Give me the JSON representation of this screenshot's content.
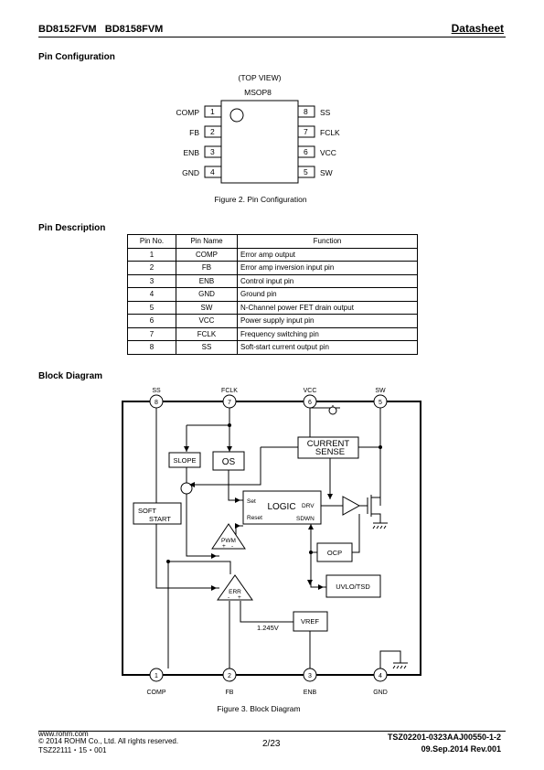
{
  "header": {
    "left": "BD8152FVM   BD8158FVM",
    "right": "Datasheet"
  },
  "pin_config": {
    "section_title": "Pin Configuration",
    "top_view": "(TOP VIEW)",
    "package": "MSOP8",
    "left_pins": [
      {
        "num": "1",
        "name": "COMP"
      },
      {
        "num": "2",
        "name": "FB"
      },
      {
        "num": "3",
        "name": "ENB"
      },
      {
        "num": "4",
        "name": "GND"
      }
    ],
    "right_pins": [
      {
        "num": "8",
        "name": "SS"
      },
      {
        "num": "7",
        "name": "FCLK"
      },
      {
        "num": "6",
        "name": "VCC"
      },
      {
        "num": "5",
        "name": "SW"
      }
    ],
    "caption": "Figure 2. Pin Configuration"
  },
  "pin_desc": {
    "section_title": "Pin Description",
    "headers": [
      "Pin No.",
      "Pin Name",
      "Function"
    ],
    "rows": [
      [
        "1",
        "COMP",
        "Error amp output"
      ],
      [
        "2",
        "FB",
        "Error amp inversion input pin"
      ],
      [
        "3",
        "ENB",
        "Control input pin"
      ],
      [
        "4",
        "GND",
        "Ground pin"
      ],
      [
        "5",
        "SW",
        "N-Channel power FET drain output"
      ],
      [
        "6",
        "VCC",
        "Power supply input pin"
      ],
      [
        "7",
        "FCLK",
        "Frequency switching pin"
      ],
      [
        "8",
        "SS",
        "Soft-start current output pin"
      ]
    ]
  },
  "block": {
    "section_title": "Block Diagram",
    "top_pins": [
      {
        "num": "8",
        "name": "SS"
      },
      {
        "num": "7",
        "name": "FCLK"
      },
      {
        "num": "6",
        "name": "VCC"
      },
      {
        "num": "5",
        "name": "SW"
      }
    ],
    "bottom_pins": [
      {
        "num": "1",
        "name": "COMP"
      },
      {
        "num": "2",
        "name": "FB"
      },
      {
        "num": "3",
        "name": "ENB"
      },
      {
        "num": "4",
        "name": "GND"
      }
    ],
    "labels": {
      "slope": "SLOPE",
      "os": "OS",
      "current1": "CURRENT",
      "current2": "SENSE",
      "soft1": "SOFT",
      "soft2": "START",
      "logic": "LOGIC",
      "set": "Set",
      "reset": "Reset",
      "drv": "DRV",
      "sdwn": "SDWN",
      "pwm": "PWM",
      "err": "ERR",
      "ocp": "OCP",
      "uvlo": "UVLO/TSD",
      "vref": "VREF",
      "vref_val": "1.245V",
      "plus": "+",
      "minus": "-"
    },
    "caption": "Figure 3. Block Diagram"
  },
  "footer": {
    "site": "www.rohm.com",
    "copyright": "© 2014 ROHM Co., Ltd. All rights reserved.",
    "code": "TSZ22111・15・001",
    "page": "2/23",
    "doc_no": "TSZ02201-0323AAJ00550-1-2",
    "date": "09.Sep.2014 Rev.001"
  }
}
